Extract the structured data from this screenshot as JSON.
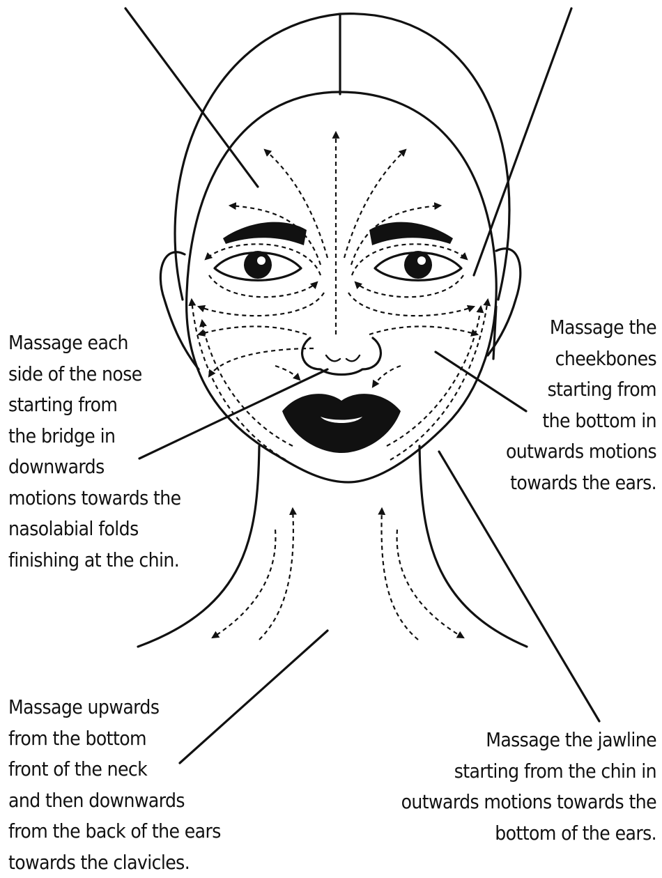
{
  "annotations": {
    "nose": {
      "lines": [
        "Massage each",
        "side of the nose",
        "starting from",
        "the bridge in",
        "downwards",
        "motions towards the",
        "nasolabial folds",
        "finishing at the chin."
      ]
    },
    "cheekbones": {
      "lines": [
        "Massage the",
        "cheekbones",
        "starting from",
        "the bottom in",
        "outwards motions",
        "towards the ears."
      ]
    },
    "neck": {
      "lines": [
        "Massage upwards",
        "from the bottom",
        "front of the neck",
        "and then downwards",
        "from the back of the ears",
        "towards the clavicles."
      ]
    },
    "jawline": {
      "lines": [
        "Massage the jawline",
        "starting from the chin in",
        "outwards motions towards the",
        "bottom of the ears."
      ]
    }
  },
  "colors": {
    "ink": "#111111",
    "background": "#ffffff"
  }
}
